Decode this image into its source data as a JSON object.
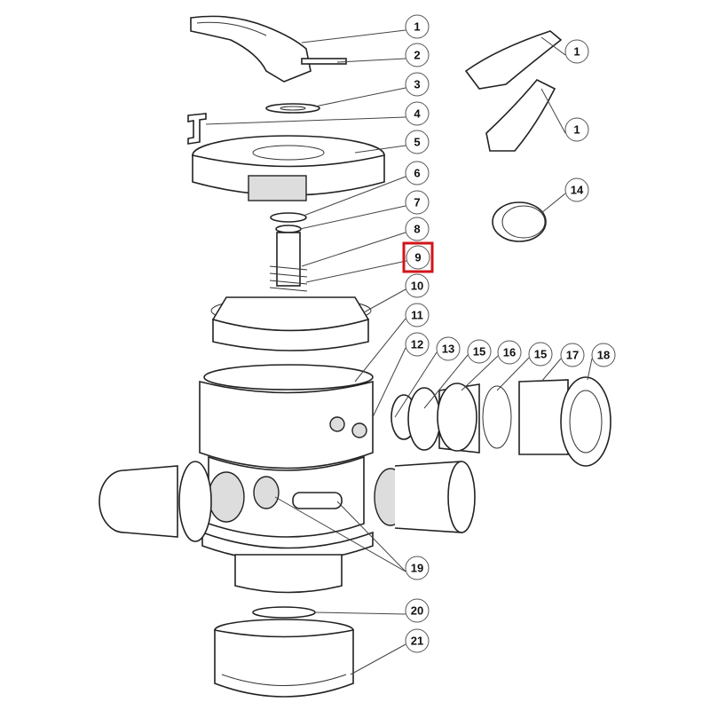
{
  "diagram": {
    "title": "Multiport valve exploded parts view",
    "highlight_color": "#d0161b",
    "highlighted_label": "9",
    "callouts": [
      {
        "id": "c1",
        "label": "1"
      },
      {
        "id": "c2",
        "label": "2"
      },
      {
        "id": "c3",
        "label": "3"
      },
      {
        "id": "c4",
        "label": "4"
      },
      {
        "id": "c5",
        "label": "5"
      },
      {
        "id": "c6",
        "label": "6"
      },
      {
        "id": "c7",
        "label": "7"
      },
      {
        "id": "c8",
        "label": "8"
      },
      {
        "id": "c9",
        "label": "9"
      },
      {
        "id": "c10",
        "label": "10"
      },
      {
        "id": "c11",
        "label": "11"
      },
      {
        "id": "c12",
        "label": "12"
      },
      {
        "id": "c13",
        "label": "13"
      },
      {
        "id": "c15a",
        "label": "15"
      },
      {
        "id": "c16",
        "label": "16"
      },
      {
        "id": "c15b",
        "label": "15"
      },
      {
        "id": "c17",
        "label": "17"
      },
      {
        "id": "c18",
        "label": "18"
      },
      {
        "id": "c1r1",
        "label": "1"
      },
      {
        "id": "c1r2",
        "label": "1"
      },
      {
        "id": "c14",
        "label": "14"
      },
      {
        "id": "c19",
        "label": "19"
      },
      {
        "id": "c20",
        "label": "20"
      },
      {
        "id": "c21",
        "label": "21"
      }
    ]
  }
}
